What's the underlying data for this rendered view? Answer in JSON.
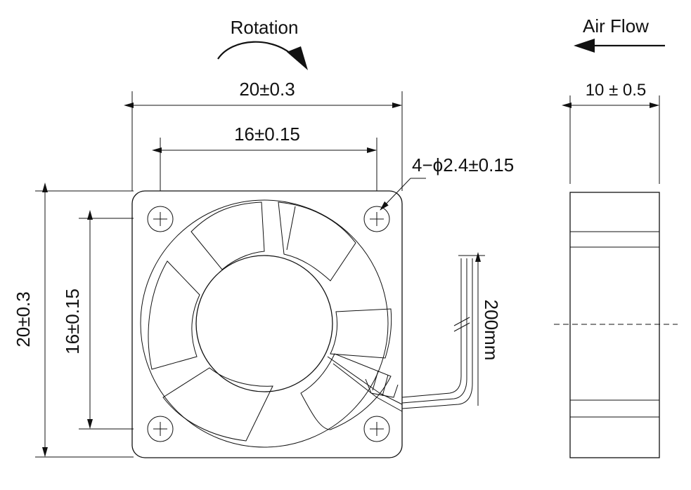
{
  "labels": {
    "rotation": "Rotation",
    "air_flow": "Air Flow",
    "overall_width": "20±0.3",
    "hole_spacing_width": "16±0.15",
    "side_thickness": "10 ± 0.5",
    "hole_callout": "4−ϕ2.4±0.15",
    "overall_height": "20±0.3",
    "hole_spacing_height": "16±0.15",
    "cable_length": "200mm"
  },
  "icons": {
    "rotation_arrow": "curved-arrow-clockwise",
    "air_flow_arrow": "arrow-left",
    "mounting_hole": "crosshair-circle"
  },
  "colors": {
    "line": "#111111",
    "background": "#ffffff"
  }
}
